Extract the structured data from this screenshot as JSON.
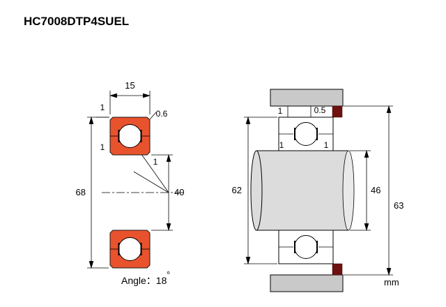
{
  "title": "HC7008DTP4SUEL",
  "unit": "mm",
  "colors": {
    "ring_fill": "#e8522c",
    "housing_fill": "#c9c9c9",
    "seal_fill": "#6e1111",
    "shaft_fill": "#dcdcdc",
    "shaft_end_fill": "#e9e9e9"
  },
  "left_view": {
    "dim_width": "15",
    "dim_outer_diameter": "68",
    "dim_bore": "40",
    "chamfer_top_left": "1",
    "chamfer_top_right": "0.6",
    "chamfer_inner_left": "1",
    "chamfer_contact": "1",
    "angle_text": "Angle：18",
    "angle_degree": "°"
  },
  "right_view": {
    "dim_housing_bore": "62",
    "dim_shaft_shoulder": "46",
    "dim_housing_shoulder": "63",
    "chamfer_top_left": "1",
    "chamfer_top_right": "0.5",
    "chamfer_mid_left": "1",
    "chamfer_mid_right": "1"
  }
}
